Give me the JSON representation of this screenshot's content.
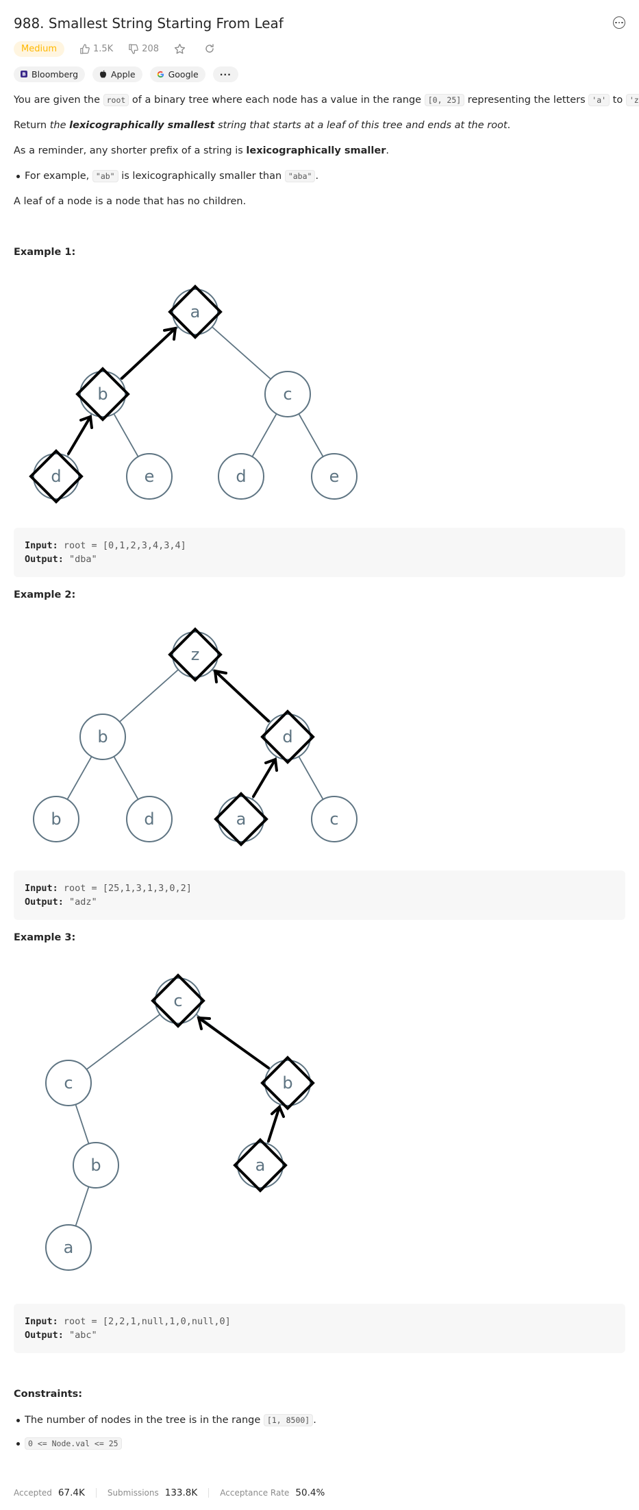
{
  "problem": {
    "title": "988. Smallest String Starting From Leaf",
    "difficulty": "Medium",
    "likes": "1.5K",
    "dislikes": "208",
    "icons": {
      "like": "thumbs-up-icon",
      "dislike": "thumbs-down-icon",
      "favorite": "star-icon",
      "share": "share-icon",
      "more": "more-icon"
    }
  },
  "companies": [
    "Bloomberg",
    "Apple",
    "Google"
  ],
  "more_tags_label": "···",
  "description": {
    "p1_a": "You are given the ",
    "p1_code1": "root",
    "p1_b": " of a binary tree where each node has a value in the range ",
    "p1_code2": "[0, 25]",
    "p1_c": " representing the letters ",
    "p1_code3": "'a'",
    "p1_d": " to ",
    "p1_code4": "'z'",
    "p1_e": ".",
    "p2_a": "Return ",
    "p2_b": "the ",
    "p2_c": "lexicographically smallest",
    "p2_d": " string that starts at a leaf of this tree and ends at the root",
    "p2_e": ".",
    "p3_a": "As a reminder, any shorter prefix of a string is ",
    "p3_b": "lexicographically smaller",
    "p3_c": ".",
    "b1_a": "For example, ",
    "b1_code1": "\"ab\"",
    "b1_b": " is lexicographically smaller than ",
    "b1_code2": "\"aba\"",
    "b1_c": ".",
    "p4": "A leaf of a node is a node that has no children."
  },
  "examples": [
    {
      "heading": "Example 1:",
      "input_label": "Input:",
      "input": "root = [0,1,2,3,4,3,4]",
      "output_label": "Output:",
      "output": "\"dba\"",
      "nodes": [
        "a",
        "b",
        "c",
        "d",
        "e",
        "d",
        "e"
      ]
    },
    {
      "heading": "Example 2:",
      "input_label": "Input:",
      "input": "root = [25,1,3,1,3,0,2]",
      "output_label": "Output:",
      "output": "\"adz\"",
      "nodes": [
        "z",
        "b",
        "d",
        "b",
        "d",
        "a",
        "c"
      ]
    },
    {
      "heading": "Example 3:",
      "input_label": "Input:",
      "input": "root = [2,2,1,null,1,0,null,0]",
      "output_label": "Output:",
      "output": "\"abc\"",
      "nodes": [
        "c",
        "c",
        "b",
        "b",
        "a",
        "a"
      ]
    }
  ],
  "constraints": {
    "heading": "Constraints:",
    "c1_a": "The number of nodes in the tree is in the range ",
    "c1_code": "[1, 8500]",
    "c1_b": ".",
    "c2_code": "0 <= Node.val <= 25"
  },
  "stats": {
    "accepted_label": "Accepted",
    "accepted": "67.4K",
    "submissions_label": "Submissions",
    "submissions": "133.8K",
    "rate_label": "Acceptance Rate",
    "rate": "50.4%"
  }
}
